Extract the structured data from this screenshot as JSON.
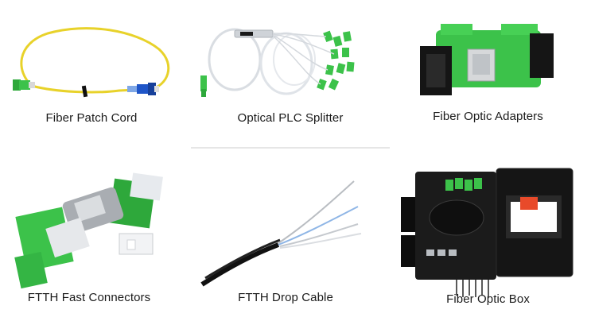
{
  "products": [
    {
      "caption": "Fiber Patch Cord"
    },
    {
      "caption": "Optical PLC Splitter"
    },
    {
      "caption": "Fiber Optic Adapters"
    },
    {
      "caption": "FTTH Fast Connectors"
    },
    {
      "caption": "FTTH Drop Cable"
    },
    {
      "caption": "Fiber Optic Box"
    }
  ],
  "colors": {
    "cable_yellow": "#e8d22a",
    "connector_green": "#3cc24a",
    "connector_blue": "#1f55c8",
    "drop_cable_black": "#111111",
    "box_black": "#1b1b1b",
    "fiber_white": "#e9ecef"
  }
}
